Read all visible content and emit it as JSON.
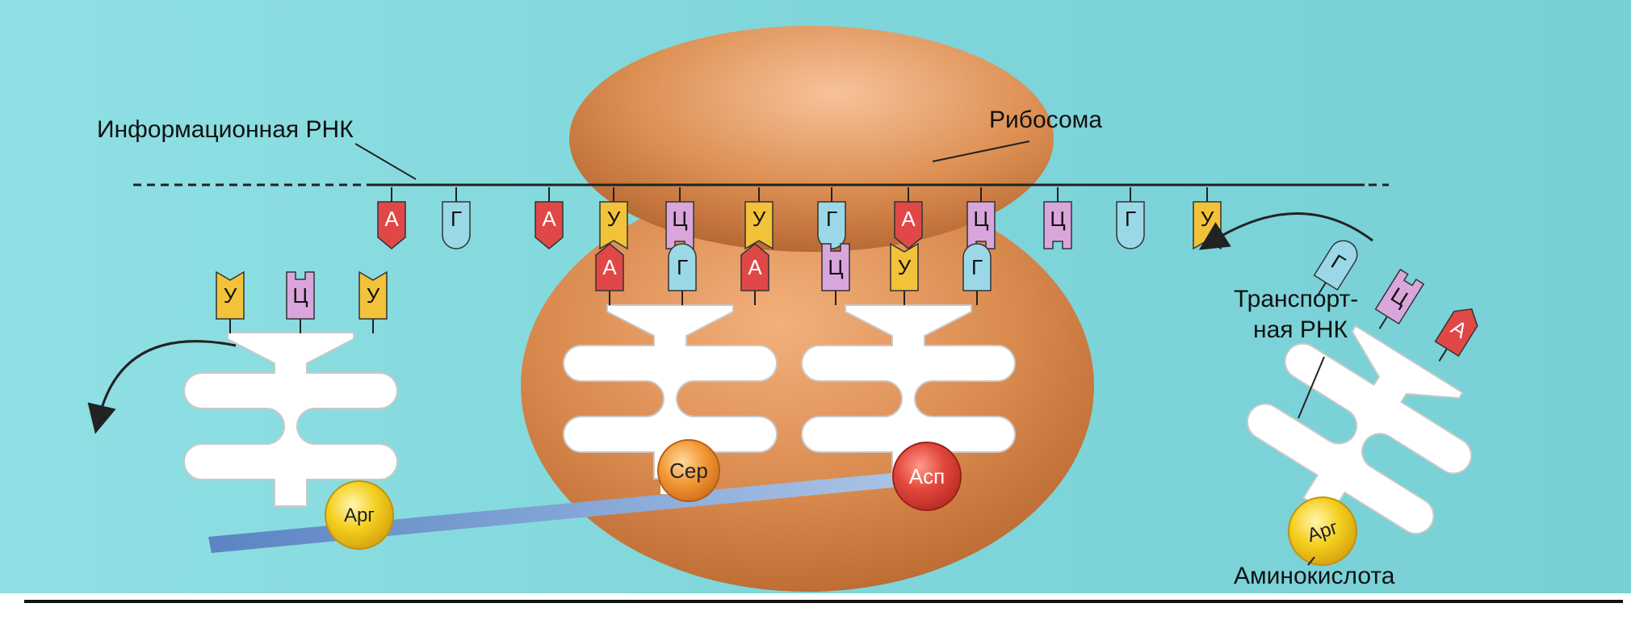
{
  "labels": {
    "mrna": "Информационная РНК",
    "ribosome": "Рибосома",
    "trna": [
      "Транспорт-",
      "ная РНК"
    ],
    "amino_acid": "Аминокислота"
  },
  "mrna_codons": [
    {
      "letter": "А",
      "base": "A"
    },
    {
      "letter": "Г",
      "base": "G"
    },
    {
      "letter": "А",
      "base": "A"
    },
    {
      "letter": "У",
      "base": "U"
    },
    {
      "letter": "Ц",
      "base": "C"
    },
    {
      "letter": "У",
      "base": "U"
    },
    {
      "letter": "Г",
      "base": "G"
    },
    {
      "letter": "А",
      "base": "A"
    },
    {
      "letter": "Ц",
      "base": "C"
    },
    {
      "letter": "Ц",
      "base": "C"
    },
    {
      "letter": "Г",
      "base": "G"
    },
    {
      "letter": "У",
      "base": "U"
    }
  ],
  "trna_left_anticodon": [
    {
      "letter": "У",
      "base": "U"
    },
    {
      "letter": "Ц",
      "base": "C"
    },
    {
      "letter": "У",
      "base": "U"
    }
  ],
  "trna_center1_anticodon": [
    {
      "letter": "А",
      "base": "A"
    },
    {
      "letter": "Г",
      "base": "G"
    },
    {
      "letter": "А",
      "base": "A"
    }
  ],
  "trna_center2_anticodon": [
    {
      "letter": "Ц",
      "base": "C"
    },
    {
      "letter": "У",
      "base": "U"
    },
    {
      "letter": "Г",
      "base": "G"
    }
  ],
  "trna_right_anticodon": [
    {
      "letter": "Г",
      "base": "G"
    },
    {
      "letter": "Ц",
      "base": "C"
    },
    {
      "letter": "А",
      "base": "A"
    }
  ],
  "amino_acids": {
    "ser": "Сер",
    "asp": "Асп",
    "arg_left": "Арг",
    "arg_right": "Арг"
  },
  "colors": {
    "background": "#7fd8dc",
    "ribosome": "#d98a4e",
    "A": "#e04848",
    "G": "#9ad8e8",
    "U": "#f2c23a",
    "C": "#d9a6dc",
    "amino_acid": "#f4d020",
    "peptide": "#6f93c6"
  }
}
